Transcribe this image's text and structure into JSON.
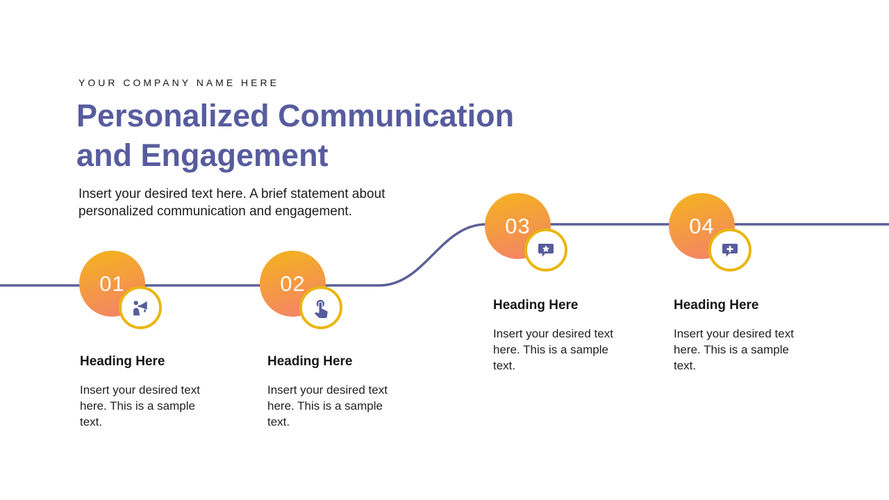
{
  "header": {
    "company": "YOUR COMPANY NAME HERE",
    "title": "Personalized Communication and Engagement",
    "subtitle": "Insert your desired text here. A brief statement about personalized communication and engagement."
  },
  "timeline": {
    "items": [
      {
        "number": "01",
        "icon": "person-megaphone-icon",
        "heading": "Heading Here",
        "body": "Insert your desired text here. This is a sample text."
      },
      {
        "number": "02",
        "icon": "tap-gesture-icon",
        "heading": "Heading Here",
        "body": "Insert your desired text here. This is a sample text."
      },
      {
        "number": "03",
        "icon": "star-speech-bubble-icon",
        "heading": "Heading Here",
        "body": "Insert your desired text here. This is a sample text."
      },
      {
        "number": "04",
        "icon": "add-speech-bubble-icon",
        "heading": "Heading Here",
        "body": "Insert your desired text here. This is a sample text."
      }
    ]
  },
  "colors": {
    "title_text": "#575C9E",
    "timeline_line": "#5C6096",
    "circle_gradient_top": "#F3B41C",
    "circle_gradient_bottom": "#F5806B",
    "icon_ring_border": "#EAB60E",
    "icon_glyph": "#575C9B",
    "body_text": "#1F1F1F"
  }
}
